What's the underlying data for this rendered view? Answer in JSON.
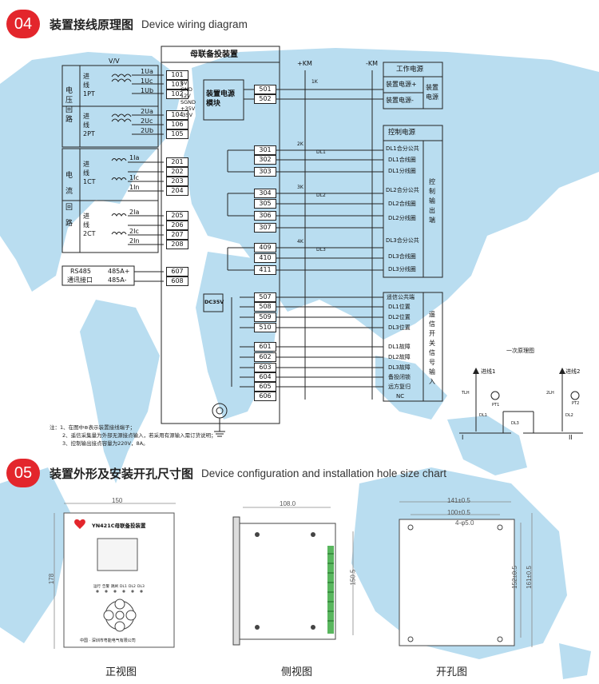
{
  "section04": {
    "num": "04",
    "title_zh": "装置接线原理图",
    "title_en": "Device wiring diagram"
  },
  "section05": {
    "num": "05",
    "title_zh": "装置外形及安装开孔尺寸图",
    "title_en": "Device configuration and installation hole size chart"
  },
  "diagram": {
    "device_title": "母联备投装置",
    "vv": "V/V",
    "voltage_group": "电压回路",
    "current_group": "电流回路",
    "line1_pt": "进线1PT",
    "line2_pt": "进线2PT",
    "line1_ct": "进线1CT",
    "line2_ct": "进线2CT",
    "voltage_inputs": [
      {
        "sig": "1Ua",
        "term": "101"
      },
      {
        "sig": "1Uc",
        "term": "103"
      },
      {
        "sig": "1Ub",
        "term": "102"
      },
      {
        "sig": "2Ua",
        "term": "104"
      },
      {
        "sig": "2Uc",
        "term": "106"
      },
      {
        "sig": "2Ub",
        "term": "105"
      }
    ],
    "current_inputs": [
      {
        "sig": "1Ia",
        "term": "201"
      },
      {
        "sig": "",
        "term": "202"
      },
      {
        "sig": "1Ic",
        "term": "203"
      },
      {
        "sig": "1In",
        "term": "204"
      },
      {
        "sig": "2Ia",
        "term": "205"
      },
      {
        "sig": "",
        "term": "206"
      },
      {
        "sig": "2Ic",
        "term": "207"
      },
      {
        "sig": "2In",
        "term": "208"
      }
    ],
    "rs485": {
      "label1": "RS485",
      "label2": "通讯接口",
      "a": "485A+",
      "b": "485A-",
      "t1": "607",
      "t2": "608"
    },
    "psu": {
      "title": "装置电源模块",
      "rails": "5V\nGND\n12V\nSGND\n+35V\n-35V",
      "t1": "501",
      "t2": "502"
    },
    "km_pos": "+KM",
    "km_neg": "-KM",
    "relays": [
      "1K",
      "2K",
      "3K",
      "4K"
    ],
    "breakers": [
      "DL1",
      "DL2",
      "DL3"
    ],
    "output_terms": [
      "301",
      "302",
      "303",
      "304",
      "305",
      "306",
      "307",
      "409",
      "410",
      "411"
    ],
    "dc35v": "DC35V",
    "signal_terms": [
      "507",
      "508",
      "509",
      "510",
      "601",
      "602",
      "603",
      "604",
      "605",
      "606"
    ],
    "right_power": {
      "title": "工作电源",
      "plus": "装置电源+",
      "minus": "装置电源-",
      "side": "装置电源"
    },
    "right_control": {
      "title": "控制电源",
      "items": [
        "DL1合分公共",
        "DL1合线圈",
        "DL1分线圈",
        "DL2合分公共",
        "DL2合线圈",
        "DL2分线圈",
        "DL3合分公共",
        "DL3合线圈",
        "DL3分线圈"
      ],
      "side": "控制输出端"
    },
    "right_signal": {
      "items": [
        "遥信公共端",
        "DL1位置",
        "DL2位置",
        "DL3位置",
        "DL1故障",
        "DL2故障",
        "DL3故障",
        "备投闭锁",
        "远方复归",
        "NC"
      ],
      "side": "遥信开关信号输入"
    },
    "primary": {
      "title": "一次原理图",
      "line1": "进线1",
      "line2": "进线2",
      "tlh": "TLH",
      "lh2": "2LH",
      "pt1": "PT1",
      "pt2": "PT2",
      "dl1": "DL1",
      "dl2": "DL2",
      "dl3": "DL3",
      "bus1": "I",
      "bus2": "II"
    },
    "notes": [
      "注：1、在图中⊕表示装置接线端子；",
      "2、遥信采集量为外部无源接点输入，若采用有源输入需订货说明；",
      "3、控制输出接点容量为220V，8A。"
    ]
  },
  "figures": {
    "front": {
      "caption": "正视图",
      "width": "150",
      "height": "178",
      "model": "YN421C母联备投装置",
      "maker": "中国 · 深圳市粤能电气有限公司",
      "leds": [
        "运行",
        "告警",
        "跳闸",
        "DL1",
        "DL2",
        "DL3"
      ]
    },
    "side": {
      "caption": "侧视图",
      "depth": "108.0",
      "height": "150.5"
    },
    "cutout": {
      "caption": "开孔图",
      "w1": "141±0.5",
      "w2": "100±0.5",
      "holes": "4-φ5.0",
      "h1": "152±0.5",
      "h2": "161±0.5"
    }
  },
  "colors": {
    "accent": "#e3262c",
    "map_land": "#b6dcef"
  }
}
